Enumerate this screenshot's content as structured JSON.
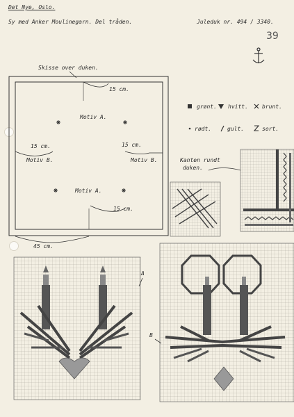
{
  "header": {
    "publisher": "Det Nye, Oslo.",
    "instruction": "Sy med Anker Moulinegarn. Del tråden.",
    "pattern_id": "Juleduk nr. 494 / 3340.",
    "page_number": "39"
  },
  "sketch": {
    "title": "Skisse over duken.",
    "labels": {
      "top_15": "15 cm.",
      "left_15": "15 cm.",
      "mid_15": "15 cm.",
      "bottom_15": "15 cm.",
      "width_45": "45 cm.",
      "motif_a_top": "Motiv A.",
      "motif_a_bottom": "Motiv A.",
      "motif_b_left": "Motiv B.",
      "motif_b_right": "Motiv B."
    }
  },
  "legend": {
    "green": "grønt.",
    "white": "hvitt.",
    "brown": "brunt.",
    "red": "rødt.",
    "yellow": "gult.",
    "black": "sort."
  },
  "edge_note": {
    "line1": "Kanten rundt",
    "line2": "duken."
  },
  "chart_labels": {
    "a": "A",
    "b": "B"
  }
}
